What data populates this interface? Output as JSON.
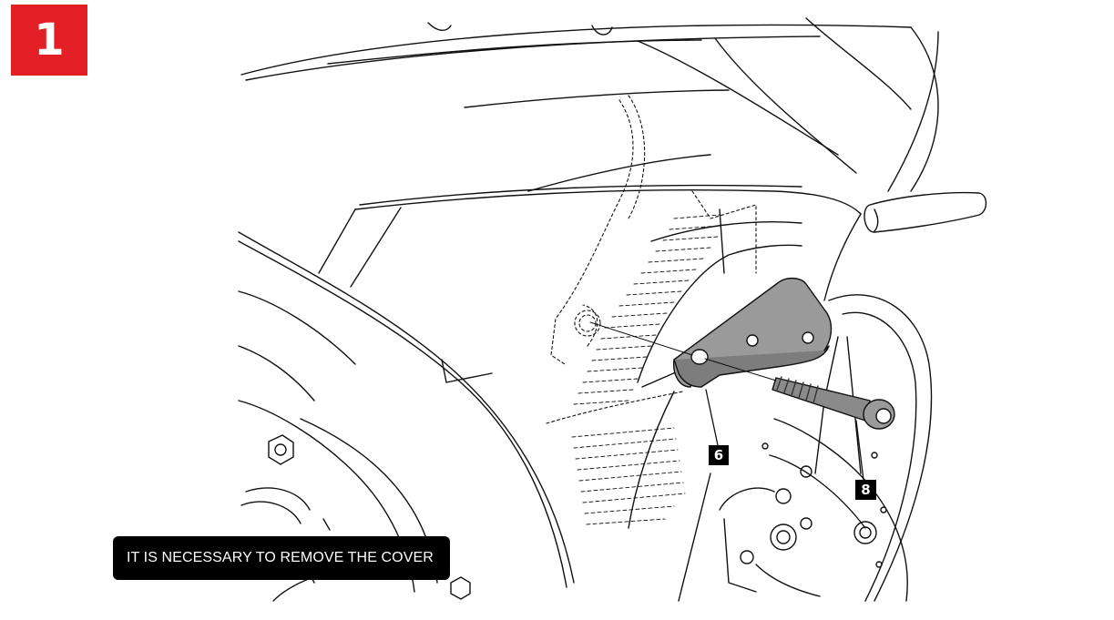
{
  "step": {
    "number": "1",
    "color": "#e31e24"
  },
  "callouts": {
    "bracket_label": "6",
    "bolt_label": "8"
  },
  "note": {
    "text": "IT IS NECESSARY TO REMOVE THE COVER"
  }
}
